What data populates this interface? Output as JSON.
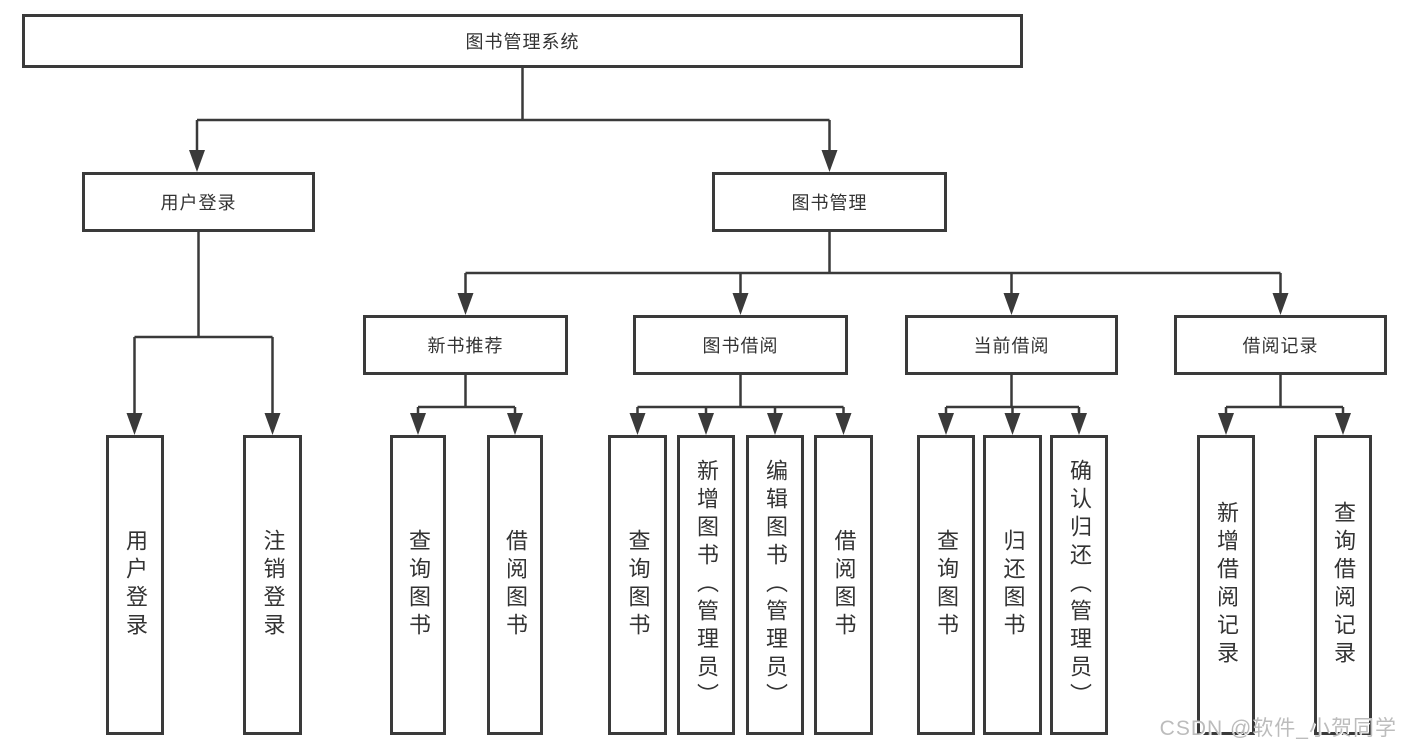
{
  "nodes": {
    "root": "图书管理系统",
    "user_login": "用户登录",
    "book_mgmt": "图书管理",
    "new_book_rec": "新书推荐",
    "book_borrow": "图书借阅",
    "current_borrow": "当前借阅",
    "borrow_records": "借阅记录",
    "ul_user_login": "用户登录",
    "ul_logout": "注销登录",
    "nbr_query_book": "查询图书",
    "nbr_borrow_book": "借阅图书",
    "bb_query_book": "查询图书",
    "bb_add_book": "新增图书（管理员）",
    "bb_edit_book": "编辑图书（管理员）",
    "bb_borrow_book": "借阅图书",
    "cb_query_book": "查询图书",
    "cb_return_book": "归还图书",
    "cb_confirm_return": "确认归还（管理员）",
    "br_add_record": "新增借阅记录",
    "br_query_record": "查询借阅记录"
  },
  "watermark": "CSDN @软件_小贺同学",
  "colors": {
    "line": "#3a3a3a",
    "text": "#333333",
    "box_background": "#ffffff",
    "page_background": "#ffffff",
    "watermark": "#bcbcbc"
  }
}
